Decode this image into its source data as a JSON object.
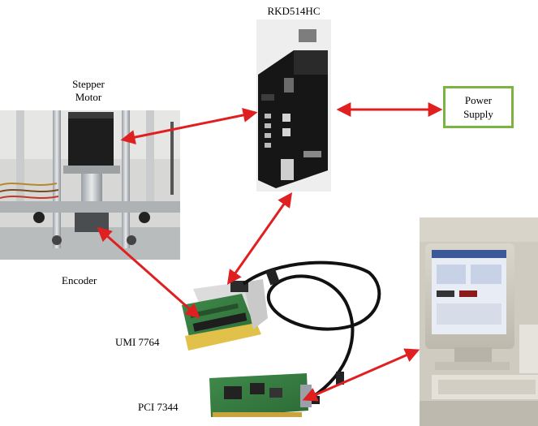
{
  "labels": {
    "driver": "RKD514HC",
    "motor_line1": "Stepper",
    "motor_line2": "Motor",
    "encoder": "Encoder",
    "umi": "UMI 7764",
    "pci": "PCI 7344",
    "power_line1": "Power",
    "power_line2": "Supply"
  },
  "colors": {
    "arrow": "#e02020",
    "power_border": "#7cb342",
    "cable": "#111111"
  },
  "nodes": [
    {
      "id": "stepper-motor-rig",
      "kind": "photo"
    },
    {
      "id": "rkd514hc-driver",
      "kind": "photo"
    },
    {
      "id": "power-supply",
      "kind": "box"
    },
    {
      "id": "umi-7764-board",
      "kind": "photo"
    },
    {
      "id": "pci-7344-card",
      "kind": "photo"
    },
    {
      "id": "computer",
      "kind": "photo"
    }
  ],
  "edges": [
    {
      "from": "stepper-motor-rig",
      "to": "rkd514hc-driver",
      "direction": "both"
    },
    {
      "from": "rkd514hc-driver",
      "to": "power-supply",
      "direction": "both"
    },
    {
      "from": "rkd514hc-driver",
      "to": "umi-7764-board",
      "direction": "both"
    },
    {
      "from": "stepper-motor-rig",
      "to": "umi-7764-board",
      "direction": "both"
    },
    {
      "from": "pci-7344-card",
      "to": "computer",
      "direction": "both"
    }
  ]
}
